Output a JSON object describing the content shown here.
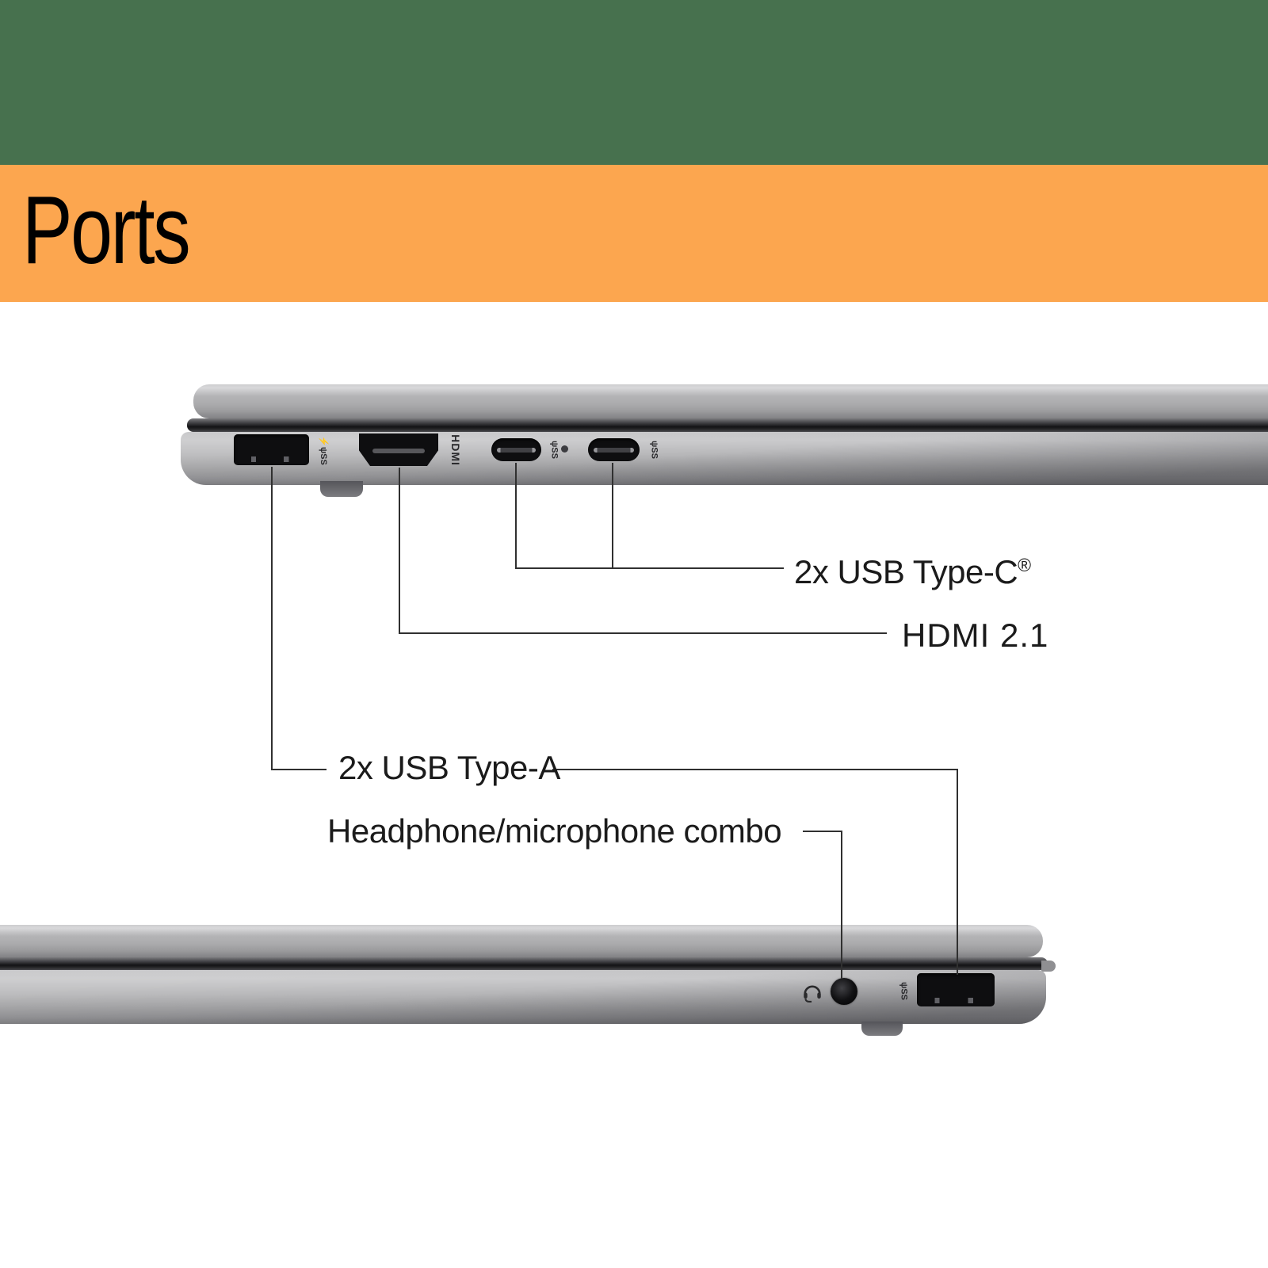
{
  "header": {
    "title": "Ports",
    "top_strip_color": "#47714E",
    "banner_color": "#FCA64F"
  },
  "callouts": {
    "usb_c": {
      "label": "2x USB Type-C",
      "suffix": "®"
    },
    "hdmi": {
      "label": "HDMI 2.1"
    },
    "usb_a": {
      "label": "2x USB Type-A"
    },
    "headphone": {
      "label": "Headphone/microphone combo"
    }
  },
  "port_markings": {
    "hdmi_port_label": "HDMI",
    "usb_a_charge_icon": "⚡ψSS",
    "usb_c_icon": "ψSS",
    "usb_a_icon": "ψSS"
  },
  "colors": {
    "callout_line": "#303030",
    "label_text": "#1b1b1b",
    "port_black": "#0e0e10",
    "laptop_silver": "#b0b0b2"
  }
}
